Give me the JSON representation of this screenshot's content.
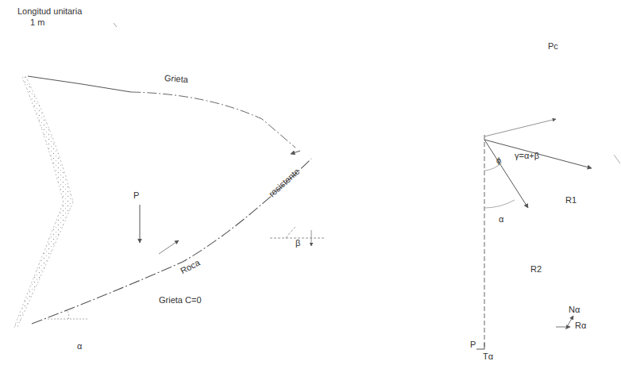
{
  "diagram": {
    "labels": [
      "Longitud unitaria",
      "1 m",
      "Grieta",
      "P",
      "Roca",
      "resistente",
      "Grieta C=0",
      "α",
      "β",
      "Pc",
      "ϕ",
      "γ=α+β",
      "R1",
      "α",
      "R2",
      "Nα",
      "Rα",
      "P",
      "Tα"
    ]
  }
}
